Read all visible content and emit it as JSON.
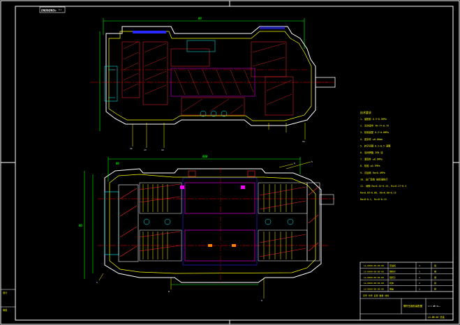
{
  "drawing": {
    "top_left_stamp": "ØΦØΦØΦØ⊘ ⁰ᵒ",
    "scale_note": "1∶1 ØΦ Øₓₓ",
    "dimensions": {
      "top_overall": "ØØ",
      "bottom_overall": "ØØØ",
      "bottom_left": "ØØ",
      "side_left": "ØØ"
    },
    "notes_title": "技术要求",
    "notes": [
      "1. 装配前 0.3~0.5MPa",
      "2. 清洗零件 76~77~0.75",
      "3. 检验装配 0.2~0.8MPa",
      "4. 密封件 ≤0.06mm",
      "5. 转子间隙 0.2~0.5 调整",
      "6. 涂润滑脂 ZGN 油",
      "7. 紧固件 ≥0.9MPa",
      "8. 检验 ≤0.7MPa",
      "9. 试运转 Ra<0.4MPa",
      "10. 出厂验收 按标准执行",
      "11. 间隙 Ra=0.15~0.25, Rs=0.27~0.3",
      "    Ra=0.05~0.08, Rb=0.08~0.15",
      "    Ra=0~0.1, Rc=0~0.15"
    ],
    "left_side_labels": [
      "设计",
      "审核"
    ],
    "title_block": {
      "rows": [
        {
          "code": "LG-0000-00-00-00",
          "name": "压缩机",
          "qty": "1",
          "mat": "组"
        },
        {
          "code": "LG-0000-00-00-00",
          "name": "阴转子",
          "qty": "1",
          "mat": "钢"
        },
        {
          "code": "LG-0000-00-00-00",
          "name": "阳转子",
          "qty": "1",
          "mat": "钢"
        },
        {
          "code": "LG-0000-00-00-00",
          "name": "机体",
          "qty": "1",
          "mat": "铁"
        },
        {
          "code": "LG-0000-00-00-00",
          "name": "端盖",
          "qty": "1",
          "mat": "铁"
        }
      ],
      "header": [
        "序号",
        "代号",
        "名称",
        "数量",
        "材料"
      ],
      "drawing_name": "螺杆压缩机装配图",
      "footer": "LG-ØØ-00 总装"
    }
  }
}
